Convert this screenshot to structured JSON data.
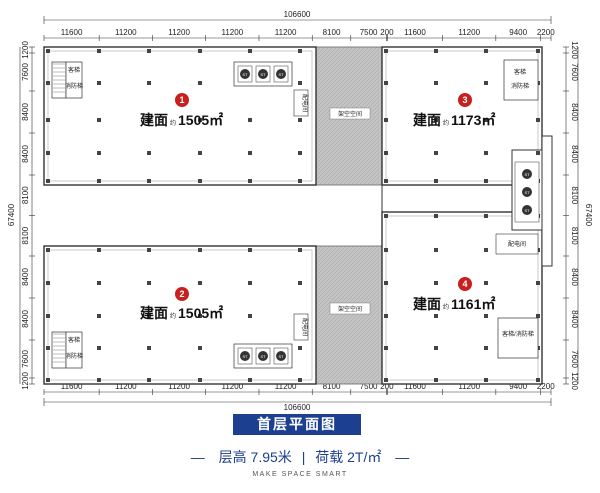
{
  "plan": {
    "total_width": "106600",
    "total_height": "67400",
    "top_dims": [
      "11600",
      "11200",
      "11200",
      "11200",
      "11200",
      "8100",
      "7500",
      "200",
      "11600",
      "11200",
      "9400",
      "2200"
    ],
    "bottom_dims": [
      "11600",
      "11200",
      "11200",
      "11200",
      "11200",
      "8100",
      "7500",
      "200",
      "11600",
      "11200",
      "9400",
      "2200"
    ],
    "left_dims": [
      "1200",
      "7600",
      "8400",
      "8400",
      "8100",
      "8100",
      "8400",
      "8400",
      "7600",
      "1200"
    ],
    "right_dims": [
      "1200",
      "7600",
      "8400",
      "8400",
      "8100",
      "8100",
      "8400",
      "8400",
      "7600",
      "1200"
    ],
    "atrium_label": "架空空间",
    "elevator_label": "客梯",
    "fire_stair_label": "消防梯",
    "combined_core_label": "客梯/消防梯",
    "power_room_label": "配电间",
    "lift_tag": "ST",
    "units": [
      {
        "number": "1",
        "area_label": "建面",
        "area_sub": "约",
        "area_value": "1505㎡"
      },
      {
        "number": "2",
        "area_label": "建面",
        "area_sub": "约",
        "area_value": "1505㎡"
      },
      {
        "number": "3",
        "area_label": "建面",
        "area_sub": "约",
        "area_value": "1173㎡"
      },
      {
        "number": "4",
        "area_label": "建面",
        "area_sub": "约",
        "area_value": "1161㎡"
      }
    ]
  },
  "title": "首层平面图",
  "subtitle": {
    "height": "层高 7.95米",
    "separator": "|",
    "load": "荷载 2T/㎡"
  },
  "tagline": "MAKE SPACE SMART",
  "colors": {
    "accent": "#1d3f8f",
    "marker": "#c8201f",
    "atrium": "#b9b9b9"
  }
}
